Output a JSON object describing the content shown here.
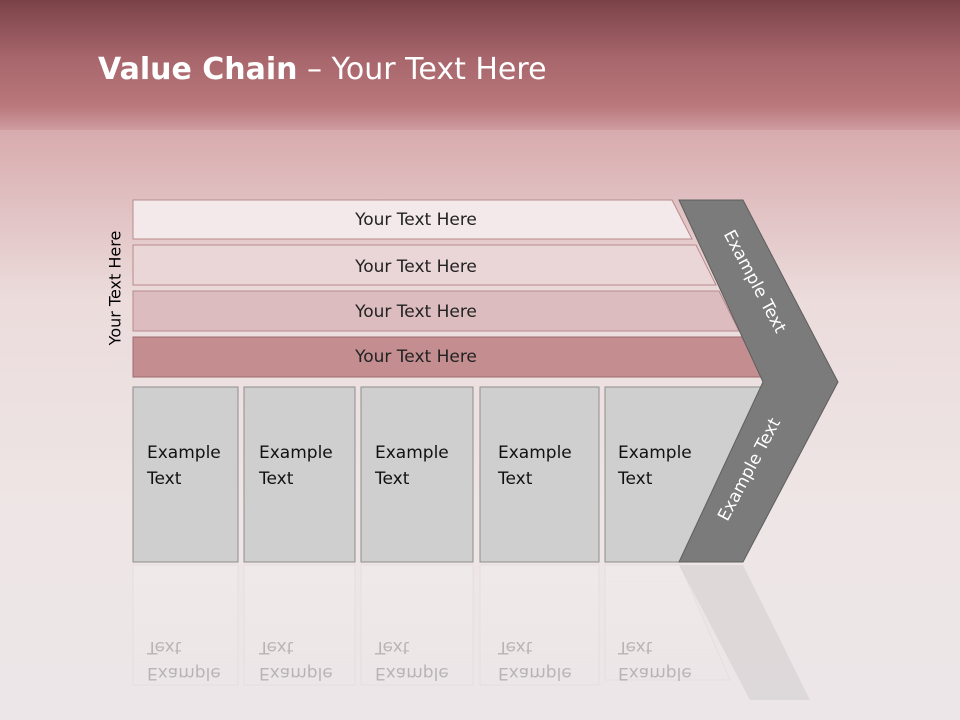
{
  "slide": {
    "title_bold": "Value Chain",
    "title_rest": " – Your Text Here",
    "side_label": "Your Text Here"
  },
  "rows": [
    {
      "label": "Your Text Here"
    },
    {
      "label": "Your Text Here"
    },
    {
      "label": "Your Text Here"
    },
    {
      "label": "Your Text Here"
    }
  ],
  "cells": [
    {
      "line1": "Example",
      "line2": "Text"
    },
    {
      "line1": "Example",
      "line2": "Text"
    },
    {
      "line1": "Example",
      "line2": "Text"
    },
    {
      "line1": "Example",
      "line2": "Text"
    },
    {
      "line1": "Example",
      "line2": "Text"
    }
  ],
  "arrow": {
    "upper_label": "Example Text",
    "lower_label": "Example Text"
  },
  "colors": {
    "arrow_fill": "#7b7b7b",
    "cell_fill": "#cfcfcf",
    "row1": "#f3e9ea",
    "row2": "#ead6d7",
    "row3": "#dcbcbe",
    "row4": "#c48e91"
  }
}
